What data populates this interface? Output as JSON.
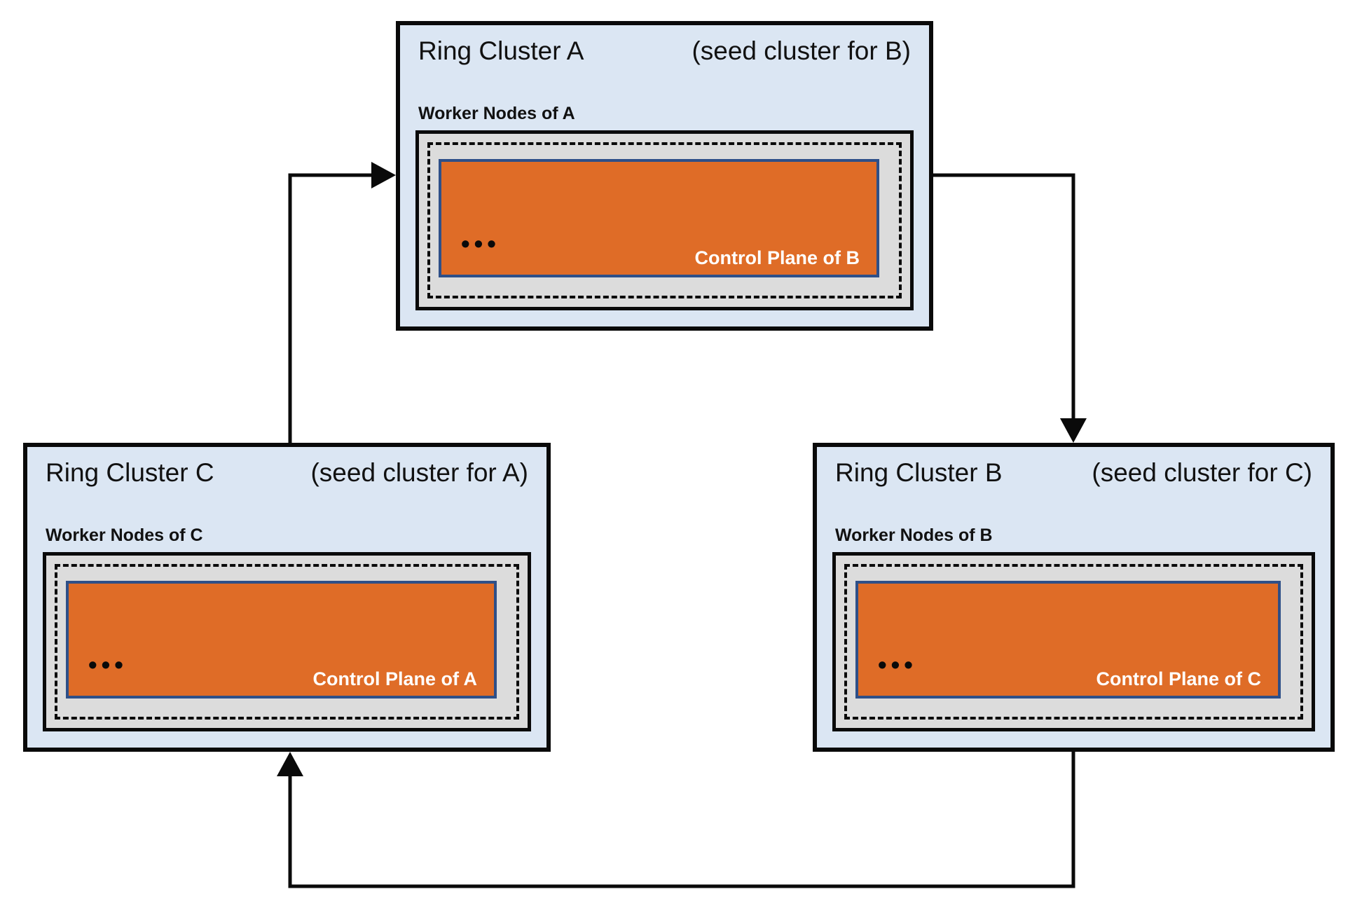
{
  "clusters": [
    {
      "id": "A",
      "title": "Ring Cluster A",
      "subtitle": "(seed cluster for B)",
      "worker_label": "Worker Nodes of A",
      "control_plane_label": "Control Plane of B",
      "dots": "•••"
    },
    {
      "id": "B",
      "title": "Ring Cluster B",
      "subtitle": "(seed cluster for C)",
      "worker_label": "Worker Nodes of B",
      "control_plane_label": "Control Plane of C",
      "dots": "•••"
    },
    {
      "id": "C",
      "title": "Ring Cluster C",
      "subtitle": "(seed cluster for A)",
      "worker_label": "Worker Nodes of C",
      "control_plane_label": "Control Plane of A",
      "dots": "•••"
    }
  ],
  "connections": [
    {
      "from": "C",
      "to": "A"
    },
    {
      "from": "A",
      "to": "B"
    },
    {
      "from": "B",
      "to": "C"
    }
  ],
  "colors": {
    "page_bg": "#ffffff",
    "cluster_fill": "#dbe6f3",
    "worker_fill": "#dcdcdc",
    "control_plane_fill": "#df6c27",
    "control_plane_border": "#2e4f88",
    "control_plane_text": "#ffffff",
    "title_text": "#111111",
    "line": "#0a0a0a"
  }
}
